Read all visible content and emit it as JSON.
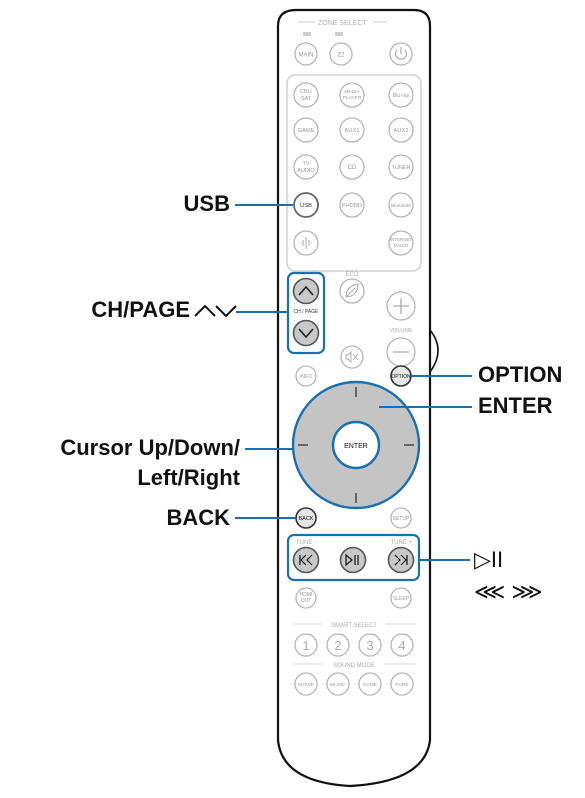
{
  "remote": {
    "zone_select": "ZONE SELECT",
    "buttons": {
      "main": "MAIN",
      "z2": "Z2",
      "cbl_sat": [
        "CBL/",
        "SAT"
      ],
      "media_player": [
        "MEDIA",
        "PLAYER"
      ],
      "bluray": "Blu-ray",
      "game": "GAME",
      "aux1": "AUX1",
      "aux2": "AUX2",
      "tv_audio": [
        "TV",
        "AUDIO"
      ],
      "cd": "CD",
      "tuner": "TUNER",
      "usb": "USB",
      "phono": "PHONO",
      "bluetooth": "Bluetooth",
      "internet_radio": [
        "INTERNET",
        "RADIO"
      ],
      "eco": "ECO",
      "ch_page": "CH / PAGE",
      "volume": "VOLUME",
      "info": "INFO",
      "option": "OPTION",
      "enter": "ENTER",
      "back": "BACK",
      "setup": "SETUP",
      "tune_minus": "TUNE −",
      "tune_plus": "TUNE +",
      "hdmi_out": [
        "HDMI",
        "OUT"
      ],
      "sleep": "SLEEP",
      "smart_select": "SMART SELECT",
      "smart_1": "1",
      "smart_2": "2",
      "smart_3": "3",
      "smart_4": "4",
      "sound_mode": "SOUND MODE",
      "movie": "MOVIE",
      "music": "MUSIC",
      "game_mode": "GAME",
      "pure": "PURE"
    }
  },
  "callouts": {
    "usb": "USB",
    "ch_page": "CH/PAGE",
    "option": "OPTION",
    "enter": "ENTER",
    "cursor_line1": "Cursor Up/Down/",
    "cursor_line2": "Left/Right",
    "back": "BACK",
    "play_pause_symbol": "▷II",
    "skip_symbols": "⋘ ⋙"
  },
  "colors": {
    "highlight": "#1a6fb0",
    "outline": "#b8b8b8",
    "body": "#111111"
  }
}
